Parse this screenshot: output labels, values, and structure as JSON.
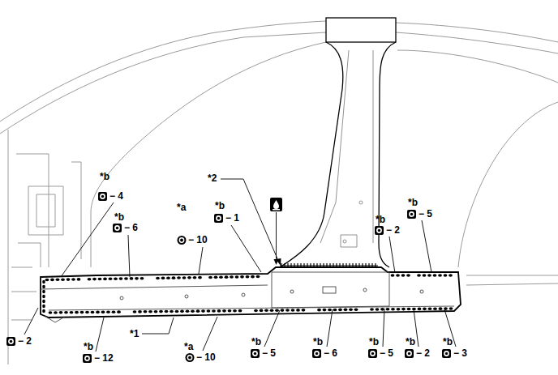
{
  "diagram": {
    "labels": [
      "*b",
      "− 4",
      "*b",
      "− 6",
      "*a",
      "− 10",
      "*b",
      "− 1",
      "*2",
      "*b",
      "− 2",
      "*b",
      "− 5",
      "− 2",
      "*b",
      "− 12",
      "*1",
      "*a",
      "− 10",
      "*b",
      "− 5",
      "*b",
      "− 6",
      "*b",
      "− 5",
      "*b",
      "− 2",
      "*b",
      "− 3"
    ]
  }
}
